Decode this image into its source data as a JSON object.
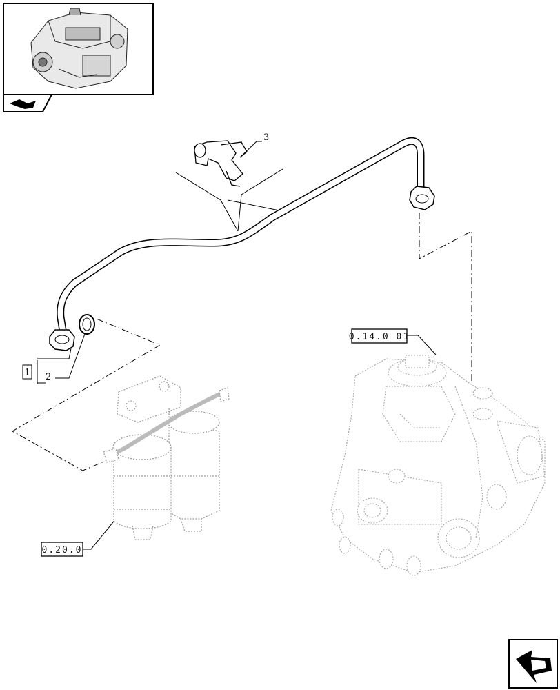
{
  "callouts": {
    "item_1": "1",
    "item_2": "2",
    "item_3": "3"
  },
  "references": {
    "injection_pump_ref": "0.14.0 01",
    "fuel_filter_ref": "0.20.0"
  },
  "icons": {
    "thumbnail": "engine-thumbnail",
    "view_marker": "view-direction-icon",
    "nav_arrow": "next-page-arrow-icon"
  },
  "colors": {
    "line": "#000000",
    "ghost": "#9a9a9a",
    "background": "#ffffff"
  }
}
